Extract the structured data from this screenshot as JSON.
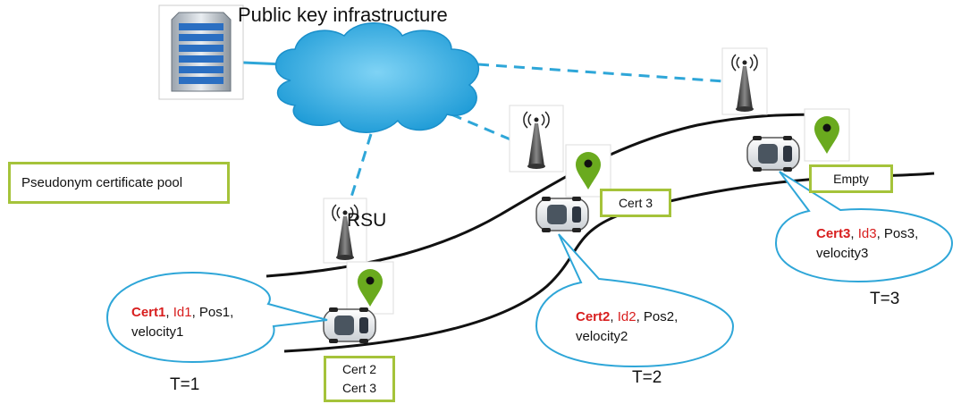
{
  "title": "Public key infrastructure",
  "pool_label": "Pseudonym certificate pool",
  "rsu_label": "RSU",
  "time_labels": {
    "t1": "T=1",
    "t2": "T=2",
    "t3": "T=3"
  },
  "cert_boxes": {
    "t1_line1": "Cert 2",
    "t1_line2": "Cert 3",
    "t2": "Cert 3",
    "t3": "Empty"
  },
  "bubbles": {
    "b1": {
      "cert": "Cert1",
      "sep1": ", ",
      "id": "Id1",
      "rest": ", Pos1,",
      "line2": "velocity1"
    },
    "b2": {
      "cert": "Cert2",
      "sep1": ", ",
      "id": "Id2",
      "rest": ", Pos2,",
      "line2": "velocity2"
    },
    "b3": {
      "cert": "Cert3",
      "sep1": ", ",
      "id": "Id3",
      "rest": ", Pos3,",
      "line2": "velocity3"
    }
  },
  "colors": {
    "link": "#2ea6d8",
    "cloud": "#2aa8e0",
    "box_border": "#a5c33a",
    "pin": "#6aaa1e",
    "highlight": "#d81e1e"
  },
  "icons": [
    "server-icon",
    "cloud-icon",
    "rsu-antenna-icon",
    "location-pin-icon",
    "car-icon"
  ]
}
